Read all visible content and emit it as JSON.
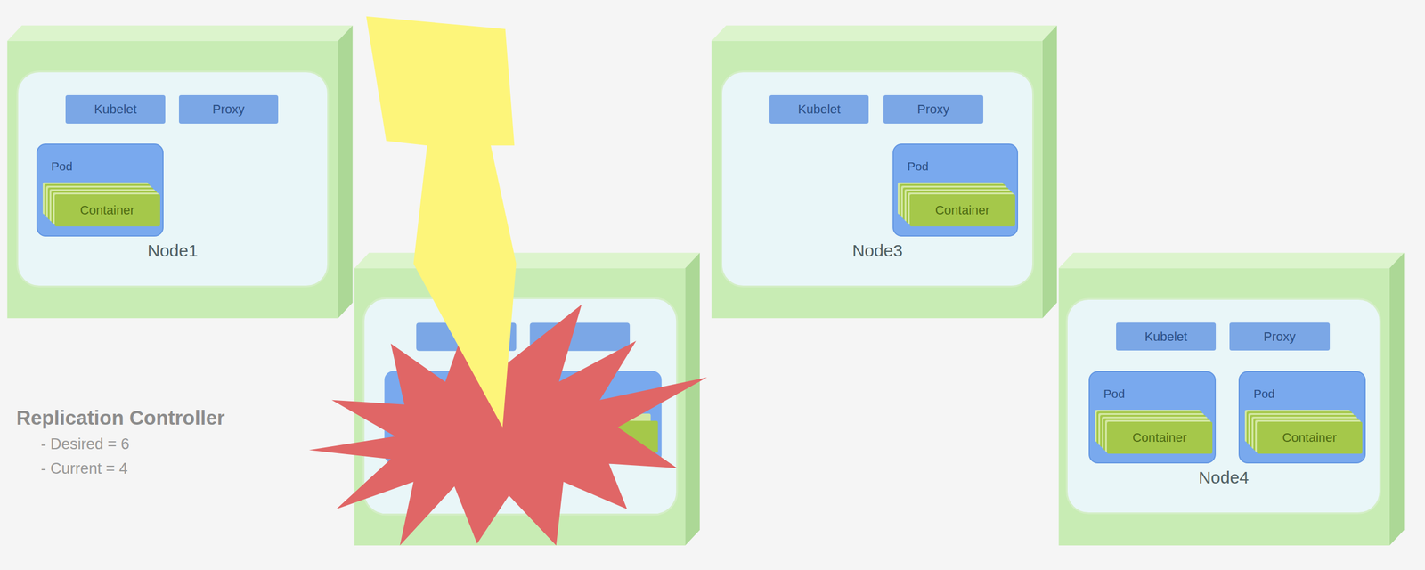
{
  "diagram": {
    "nodes": [
      {
        "text": [
          "Node1"
        ]
      },
      {
        "text": [
          "Kubelet"
        ],
        "in": 0
      },
      {
        "text": [
          "Proxy"
        ],
        "in": 0
      },
      {
        "text": [
          "Pod"
        ],
        "in": 0
      },
      {
        "text": [
          "Container"
        ],
        "in": 3
      },
      {
        "text": [
          "Node3"
        ]
      },
      {
        "text": [
          "Kubelet"
        ],
        "in": 5
      },
      {
        "text": [
          "Proxy"
        ],
        "in": 5
      },
      {
        "text": [
          "Pod"
        ],
        "in": 5
      },
      {
        "text": [
          "Container"
        ],
        "in": 8
      },
      {
        "text": [
          "Node4"
        ]
      },
      {
        "text": [
          "Kubelet"
        ],
        "in": 10
      },
      {
        "text": [
          "Proxy"
        ],
        "in": 10
      },
      {
        "text": [
          "Pod"
        ],
        "in": 10
      },
      {
        "text": [
          "Container"
        ],
        "in": 13
      },
      {
        "text": [
          "Pod"
        ],
        "in": 10
      },
      {
        "text": [
          "Container"
        ],
        "in": 15
      }
    ],
    "labels": [
      "Replication Controller",
      "- Desired = 6",
      "- Current = 4"
    ]
  }
}
